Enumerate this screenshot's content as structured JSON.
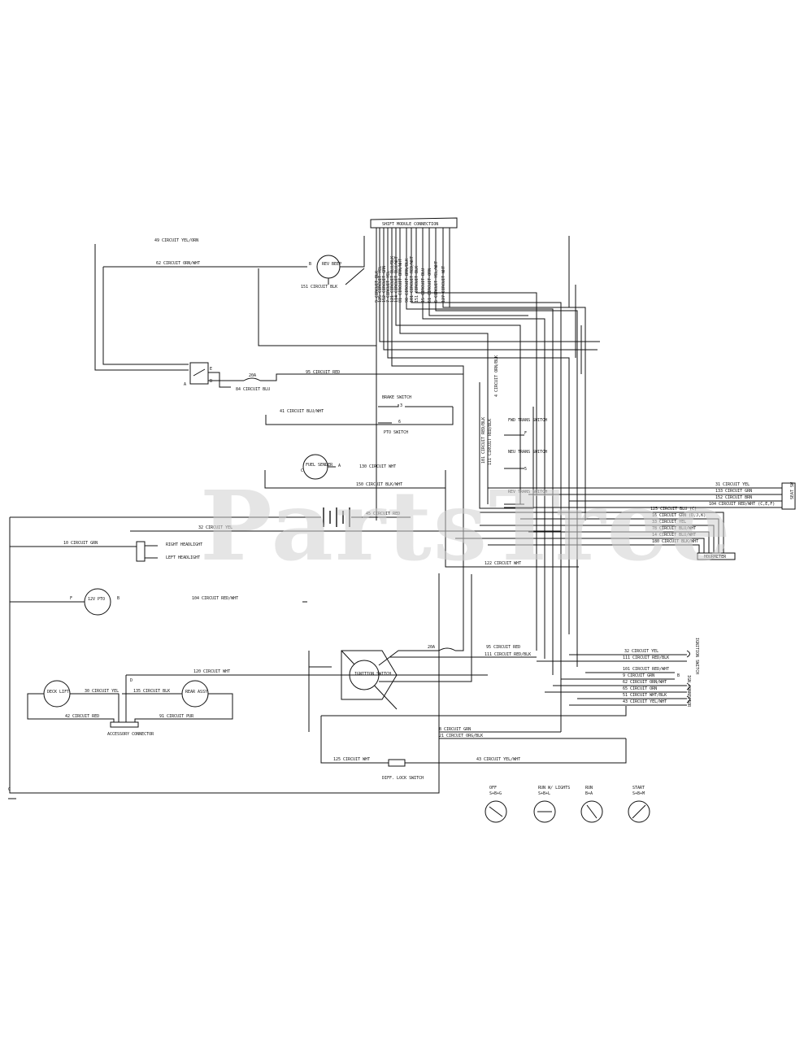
{
  "watermark": "PartsTree",
  "connector_header": "SHIFT MODULE CONNECTION",
  "connector_pins": [
    "9 CIRCUIT BLK",
    "125 CIRCUIT YEL",
    "152 CIRCUIT GRN",
    "7 CIRCUIT YEL",
    "121 CIRCUIT BLU/BLK",
    "114 CIRCUIT BLU/WHT",
    "81 CIRCUIT BRN/WHT",
    "90 CIRCUIT BRN/BLK",
    "101 CIRCUIT RED/WHT",
    "151 CIRCUIT BLK",
    "15 CIRCUIT BLU",
    "61 CIRCUIT ORN",
    "6 CIRCUIT YEL/WHT",
    "127 CIRCUIT WHT"
  ],
  "labels": {
    "c49": "49 CIRCUIT YEL/ORN",
    "c62": "62 CIRCUIT ORN/WHT",
    "c151": "151 CIRCUIT BLK",
    "rev_beep": "REV BEEP",
    "c95": "95 CIRCUIT RED",
    "c84": "84 CIRCUIT BLU",
    "fuse20": "20A",
    "brake_switch": "BRAKE SWITCH",
    "c41": "41 CIRCUIT BLU/WHT",
    "pto_switch": "PTO SWITCH",
    "c4": "4 CIRCUIT ORN/BLK",
    "c101": "101 CIRCUIT RED/BLK",
    "c111": "111 CIRCUIT RED/BLK",
    "fwd_trans": "FWD TRANS SWITCH",
    "neu_trans": "NEU TRANS SWITCH",
    "rev_trans": "REV TRANS SWITCH",
    "fuel_sender": "FUEL SENDER",
    "c130": "130 CIRCUIT WHT",
    "c150": "150 CIRCUIT BLK/WHT",
    "c45": "45 CIRCUIT RED",
    "c32": "32 CIRCUIT YEL",
    "c10": "10 CIRCUIT GRN",
    "right_head": "RIGHT HEADLIGHT",
    "left_head": "LEFT HEADLIGHT",
    "c122": "122 CIRCUIT WHT",
    "r31": "31 CIRCUIT YEL",
    "r133": "133 CIRCUIT GRN",
    "r152": "152 CIRCUIT BRN",
    "r104": "104 CIRCUIT RED/WHT (C,E,F)",
    "seat_sw": "SEAT SW",
    "h125": "125 CIRCUIT BLU (C)",
    "h16": "16 CIRCUIT GRN (D,J,K)",
    "h33": "33 CIRCUIT YEL",
    "h78": "78 CIRCUIT BLU/WHT",
    "h14": "14 CIRCUIT BLU/WHT",
    "h180": "180 CIRCUIT BLK/WHT",
    "hourmeter": "HOURMETER",
    "pto_clutch": "12V PTO",
    "c104": "104 CIRCUIT RED/WHT",
    "fuse_low": "20A",
    "c95b": "95 CIRCUIT RED",
    "c111b": "111 CIRCUIT RED/BLK",
    "ign_32": "32 CIRCUIT YEL",
    "ign_111": "111 CIRCUIT RED/BLK",
    "ign_101": "101 CIRCUIT RED/WHT",
    "ign_9": "9 CIRCUIT GRN",
    "ign_62": "62 CIRCUIT ORN/WHT",
    "ign_65": "65 CIRCUIT ORN",
    "ign_51": "51 CIRCUIT WHT/BLK",
    "ign_43": "43 CIRCUIT YEL/WHT",
    "ign_pin_b": "B",
    "ignition_switch": "IGNITION SWITCH",
    "ign_connector": "IGN CONNECTOR",
    "c120": "120 CIRCUIT WHT",
    "deck_lift": "DECK LIFT",
    "c30": "30 CIRCUIT YEL",
    "c135": "135 CIRCUIT BLK",
    "rear_assy": "REAR ASSY",
    "c42": "42 CIRCUIT RED",
    "c91": "91 CIRCUIT PUR",
    "accessory": "ACCESSORY CONNECTOR",
    "c8": "8 CIRCUIT GRN",
    "c21": "21 CIRCUIT ORG/BLK",
    "c125": "125 CIRCUIT WHT",
    "c43": "43 CIRCUIT YEL/WHT",
    "diff_lock": "DIFF. LOCK SWITCH",
    "pin_d": "D",
    "pin_f": "F",
    "pin_e": "E",
    "pin_c": "C",
    "pin_a": "A",
    "pin_b": "B",
    "pin_5": "5",
    "pin_6": "6",
    "pin_4": "4",
    "pin_3": "3"
  },
  "switch_positions": [
    {
      "title": "OFF",
      "sub": "S+B+G"
    },
    {
      "title": "RUN W/ LIGHTS",
      "sub": "S+B+L"
    },
    {
      "title": "RUN",
      "sub": "B+A"
    },
    {
      "title": "START",
      "sub": "S+B+M"
    }
  ]
}
